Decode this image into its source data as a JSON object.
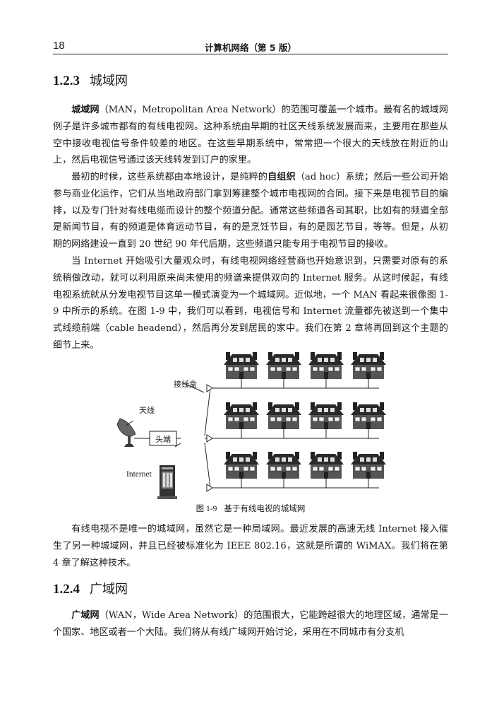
{
  "header": {
    "page_number": "18",
    "book_title": "计算机网络（第 5 版）"
  },
  "section_123": {
    "number": "1.2.3",
    "title": "城域网",
    "p1_term": "城域网",
    "p1_text": "（MAN，Metropolitan Area Network）的范围可覆盖一个城市。最有名的城域网例子是许多城市都有的有线电视网。这种系统由早期的社区天线系统发展而来，主要用在那些从空中接收电视信号条件较差的地区。在这些早期系统中，常常把一个很大的天线放在附近的山上，然后电视信号通过该天线转发到订户的家里。",
    "p2_before": "最初的时候，这些系统都由本地设计，是纯粹的",
    "p2_term": "自组织",
    "p2_after": "（ad hoc）系统；然后一些公司开始参与商业化运作，它们从当地政府部门拿到筹建整个城市电视网的合同。接下来是电视节目的编排，以及专门针对有线电缆而设计的整个频道分配。通常这些频道各司其职，比如有的频道全部是新闻节目，有的频道是体育运动节目，有的是烹饪节目，有的是园艺节目，等等。但是，从初期的网络建设一直到 20 世纪 90 年代后期，这些频道只能专用于电视节目的接收。",
    "p3_text": "当 Internet 开始吸引大量观众时，有线电视网络经营商也开始意识到，只需要对原有的系统稍做改动，就可以利用原来尚未使用的频谱来提供双向的 Internet 服务。从这时候起，有线电视系统就从分发电视节目这单一模式演变为一个城域网。近似地，一个 MAN 看起来很像图 1-9 中所示的系统。在图 1-9 中，我们可以看到，电视信号和 Internet 流量都先被送到一个集中式线缆前端（cable headend），然后再分发到居民的家中。我们在第 2 章将再回到这个主题的细节上来。",
    "p4_text": "有线电视不是唯一的城域网，虽然它是一种局域网。最近发展的高速无线 Internet 接入催生了另一种城域网，并且已经被标准化为 IEEE 802.16，这就是所谓的 WiMAX。我们将在第 4 章了解这种技术。"
  },
  "figure_1_9": {
    "junction_box_label": "接线盒",
    "antenna_label": "天线",
    "headend_label": "头端",
    "internet_label": "Internet",
    "caption_number": "图 1-9",
    "caption_text": "基于有线电视的城域网",
    "house_rows": 3,
    "houses_per_row": 4
  },
  "section_124": {
    "number": "1.2.4",
    "title": "广域网",
    "p1_term": "广域网",
    "p1_text": "（WAN，Wide Area Network）的范围很大，它能跨越很大的地理区域，通常是一个国家、地区或者一个大陆。我们将从有线广域网开始讨论，采用在不同城市有分支机"
  }
}
